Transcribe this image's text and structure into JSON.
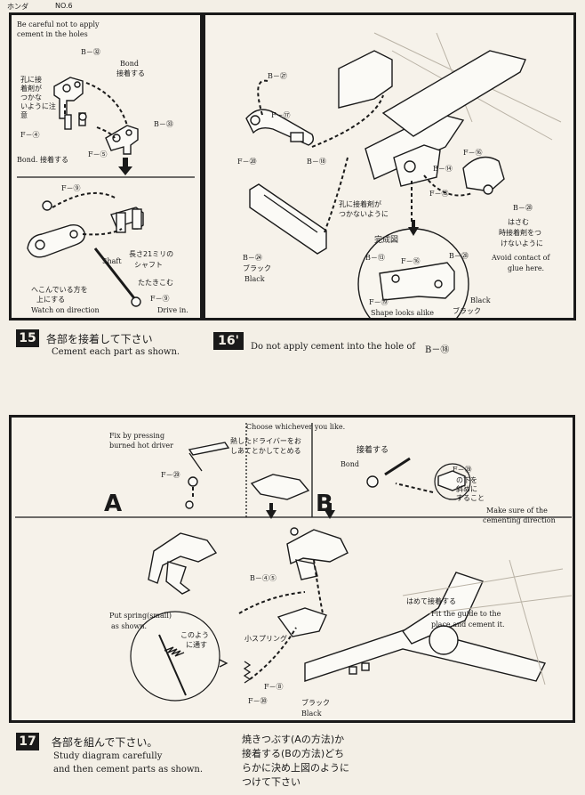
{
  "header": {
    "brand": "ホンダ",
    "page": "NO.6"
  },
  "step15": {
    "number": "15",
    "title_jp": "各部を接着して下さい",
    "title_en": "Cement each part as shown.",
    "labels": {
      "careful_1": "Be careful not to apply",
      "careful_2": "cement in the holes",
      "b32": "B－㉜",
      "bond_en": "Bond",
      "bond_jp": "接着する",
      "hole_jp_1": "孔に接",
      "hole_jp_2": "着剤が",
      "hole_jp_3": "つかな",
      "hole_jp_4": "いように注",
      "hole_jp_5": "意",
      "b33": "B－㉝",
      "f4": "F－④",
      "bond2": "Bond. 接着する",
      "f5": "F－⑤",
      "f9a": "F－⑨",
      "shaft_jp_1": "長さ21ミリの",
      "shaft_jp_2": "シャフト",
      "shaft_en": "Shaft",
      "tap_jp": "たたきこむ",
      "f9b": "F－⑨",
      "dir_jp_1": "へこんでいる方を",
      "dir_jp_2": "上にする",
      "dir_en": "Watch on direction",
      "drive_en": "Drive in."
    }
  },
  "step16": {
    "number": "16'",
    "caption_en": "Do not apply cement into the hole of",
    "caption_part": "B－⑱",
    "labels": {
      "b27": "B－㉗",
      "f17": "F－⑰",
      "f20": "F－⑳",
      "b18": "B－⑱",
      "b14": "B－⑭",
      "f16": "F－⑯",
      "f13": "F－⑬",
      "b28": "B－㉘",
      "hole_jp_1": "孔に接着剤が",
      "hole_jp_2": "つかないように",
      "b24": "B－㉔",
      "black_jp": "ブラック",
      "black_en": "Black",
      "pinch_jp_1": "はさむ",
      "pinch_jp_2": "時接着剤をつ",
      "pinch_jp_3": "けないように",
      "avoid_en_1": "Avoid contact of",
      "avoid_en_2": "glue here.",
      "complete_jp": "完成図",
      "c_b13": "B－⑬",
      "c_f16": "F－⑯",
      "c_b28": "B－㉘",
      "c_f19": "F－⑲",
      "c_black_en": "Black",
      "c_black_jp": "ブラック",
      "shape_en": "Shape looks alike"
    }
  },
  "step17": {
    "number": "17",
    "title_jp": "各部を組んで下さい。",
    "title_en_1": "Study diagram carefully",
    "title_en_2": "and then cement parts as shown.",
    "note_jp_1": "焼きつぶす(Aの方法)か",
    "note_jp_2": "接着する(Bの方法)どち",
    "note_jp_3": "らかに決め上図のように",
    "note_jp_4": "つけて下さい",
    "labels": {
      "choose_en": "Choose whichever you like.",
      "press_en_1": "Fix by pressing",
      "press_en_2": "burned hot driver",
      "driver_jp_1": "熱したドライバーをお",
      "driver_jp_2": "しあてとかしてとめる",
      "f29a": "F－㉙",
      "a": "A",
      "b": "B",
      "bond_jp": "接着する",
      "bond_en": "Bond",
      "f29b": "F－㉙",
      "under_jp_1": "の下を",
      "under_jp_2": "斜めに",
      "under_jp_3": "すること",
      "make_sure_1": "Make sure of the",
      "make_sure_2": "cementing direction",
      "b45": "B－④⑤",
      "guide_jp": "はめて接着する",
      "guide_en_1": "Fit the guide to the",
      "guide_en_2": "place and cement it.",
      "spring_en_1": "Put spring(small)",
      "spring_en_2": "as shown.",
      "through_jp_1": "このよう",
      "through_jp_2": "に通す",
      "spring_jp": "小スプリング",
      "f8": "F－⑧",
      "f30": "F－㉚",
      "black_jp": "ブラック",
      "black_en": "Black"
    }
  }
}
